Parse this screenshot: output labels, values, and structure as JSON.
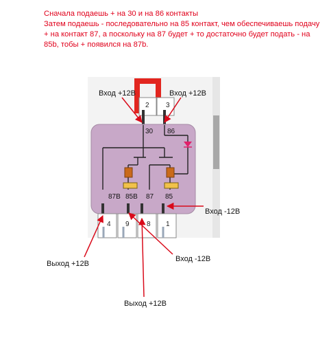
{
  "instructions": {
    "line1": "Сначала подаешь + на 30 и на 86 контакты",
    "line2": "Затем подаешь - последовательно на 85 контакт, чем обеспечиваешь подачу + на контакт 87, а поскольку на 87 будет + то достаточно будет подать - на 85b, тобы + появился на 87b."
  },
  "labels": {
    "input_30": "Вход +12В",
    "input_86": "Вход +12В",
    "output_87b": "Выход +12В",
    "output_87": "Выход +12В",
    "input_85b": "Вход -12В",
    "input_85": "Вход -12В"
  },
  "pins_top": {
    "pin_30": "30",
    "pin_86": "86",
    "num_2": "2",
    "num_3": "3"
  },
  "pins_bottom": {
    "pin_87b": "87B",
    "pin_85b": "85B",
    "pin_87": "87",
    "pin_85": "85",
    "num_4": "4",
    "num_9": "9",
    "num_8": "8",
    "num_1": "1"
  },
  "colors": {
    "text_red": "#e0001b",
    "relay_body": "#c8a8c8",
    "arrow": "#d90a1a",
    "wire_red": "#e2261f"
  }
}
